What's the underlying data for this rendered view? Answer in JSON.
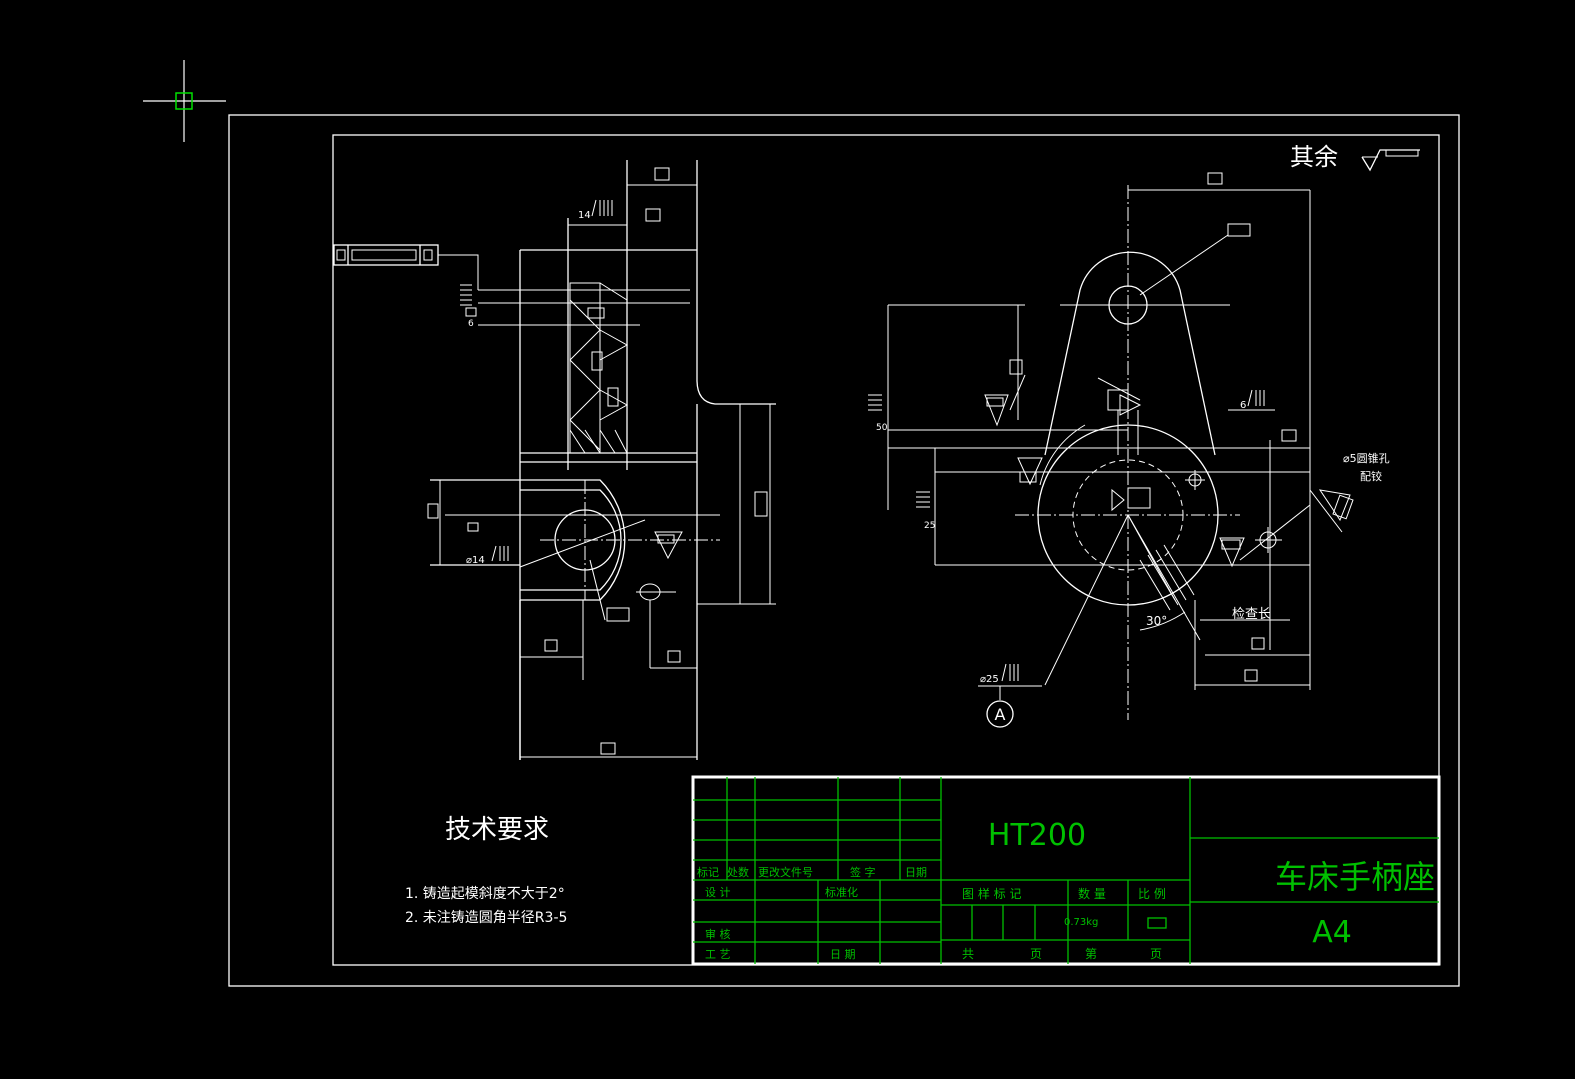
{
  "drawing": {
    "surface_note": "其余",
    "tech_requirements": {
      "title": "技术要求",
      "items": [
        "1. 铸造起模斜度不大于2°",
        "2. 未注铸造圆角半径R3-5"
      ]
    },
    "annotations": {
      "left_top_rough": "14",
      "left_dia": "⌀14",
      "right_rough_1": "6",
      "right_dia25": "⌀25",
      "hole_note_1": "⌀5圆锥孔",
      "hole_note_2": "配铰",
      "check_length": "检查长",
      "angle": "30°",
      "datum": "A",
      "left_vert_num": "6",
      "right_vert_num_1": "50",
      "right_vert_num_2": "25"
    },
    "title_block": {
      "material": "HT200",
      "part_name": "车床手柄座",
      "paper": "A4",
      "weight": "0.73kg",
      "hdr_mark": "标记",
      "hdr_count": "处数",
      "hdr_doc": "更改文件号",
      "hdr_sign": "签 字",
      "hdr_date": "日期",
      "design": "设 计",
      "standardize": "标准化",
      "review": "审 核",
      "process": "工 艺",
      "date2": "日 期",
      "stage_mark": "图 样 标 记",
      "qty": "数 量",
      "scale": "比 例",
      "total": "共",
      "sheet_unit": "页",
      "sheet_no": "第",
      "sheet_unit2": "页"
    }
  }
}
